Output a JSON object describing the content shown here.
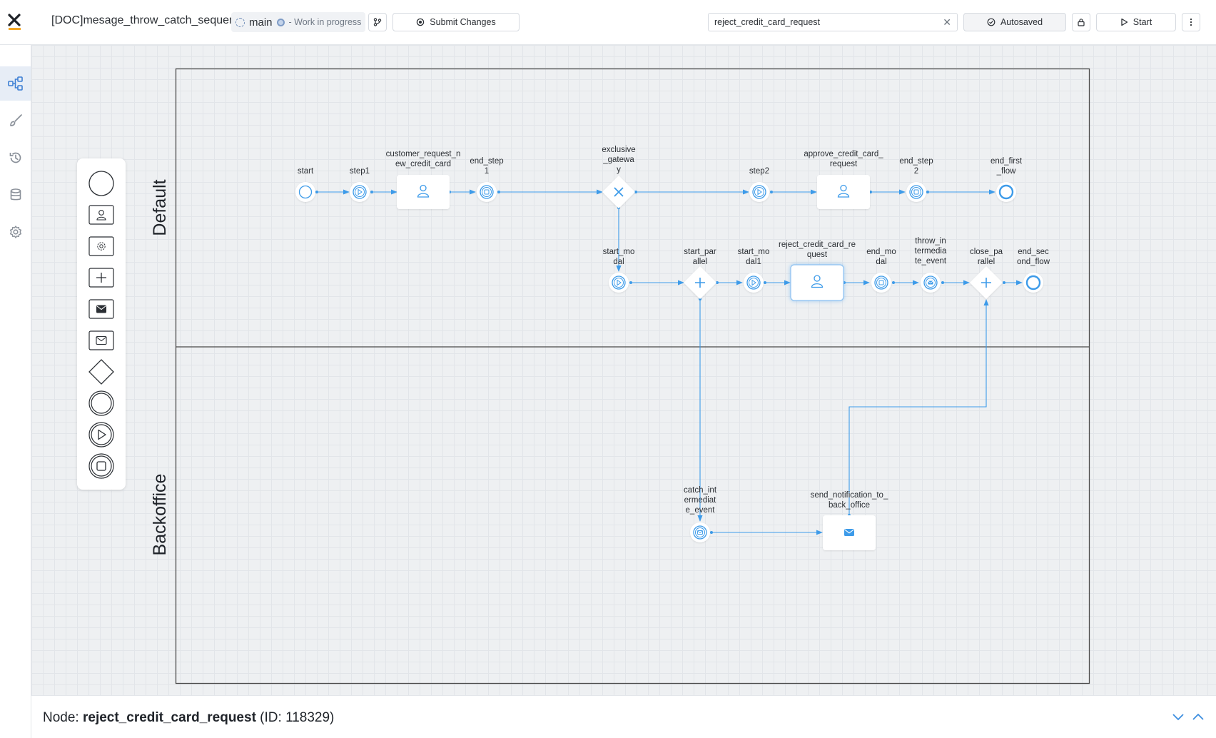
{
  "header": {
    "title": "[DOC]mesage_throw_catch_sequence",
    "branch": "main",
    "status": "- Work in progress",
    "submit_label": "Submit Changes",
    "search_value": "reject_credit_card_request",
    "autosaved_label": "Autosaved",
    "start_label": "Start"
  },
  "colors": {
    "accent": "#3d9be9",
    "lane_border": "#4a4a4a",
    "selected_glow": "#8ec2f2"
  },
  "nav": {
    "items": [
      "process-diagram-icon",
      "brush-icon",
      "history-icon",
      "database-icon",
      "settings-icon"
    ]
  },
  "palette": {
    "items": [
      "start-event",
      "user-task",
      "service-task",
      "parallel-gateway",
      "send-message-task",
      "receive-message-task",
      "exclusive-gateway",
      "end-event",
      "start-subprocess-event",
      "end-subprocess-event"
    ]
  },
  "lanes": {
    "default": "Default",
    "backoffice": "Backoffice"
  },
  "nodes": {
    "start": [
      "start"
    ],
    "step1": [
      "step1"
    ],
    "customer_request": [
      "customer_request_n",
      "ew_credit_card"
    ],
    "end_step1": [
      "end_step",
      "1"
    ],
    "exclusive": [
      "exclusive",
      "_gatewa",
      "y"
    ],
    "step2": [
      "step2"
    ],
    "approve": [
      "approve_credit_card_",
      "request"
    ],
    "end_step2": [
      "end_step",
      "2"
    ],
    "end_first_flow": [
      "end_first",
      "_flow"
    ],
    "start_modal": [
      "start_mo",
      "dal"
    ],
    "start_parallel": [
      "start_par",
      "allel"
    ],
    "start_modal1": [
      "start_mo",
      "dal1"
    ],
    "reject": [
      "reject_credit_card_re",
      "quest"
    ],
    "end_modal": [
      "end_mo",
      "dal"
    ],
    "throw_event": [
      "throw_in",
      "termedia",
      "te_event"
    ],
    "close_parallel": [
      "close_pa",
      "rallel"
    ],
    "end_second_flow": [
      "end_sec",
      "ond_flow"
    ],
    "catch_event": [
      "catch_int",
      "ermediat",
      "e_event"
    ],
    "send_notification": [
      "send_notification_to_",
      "back_office"
    ]
  },
  "footer": {
    "node_prefix": "Node: ",
    "node_name": "reject_credit_card_request",
    "node_id": " (ID: 118329)"
  }
}
